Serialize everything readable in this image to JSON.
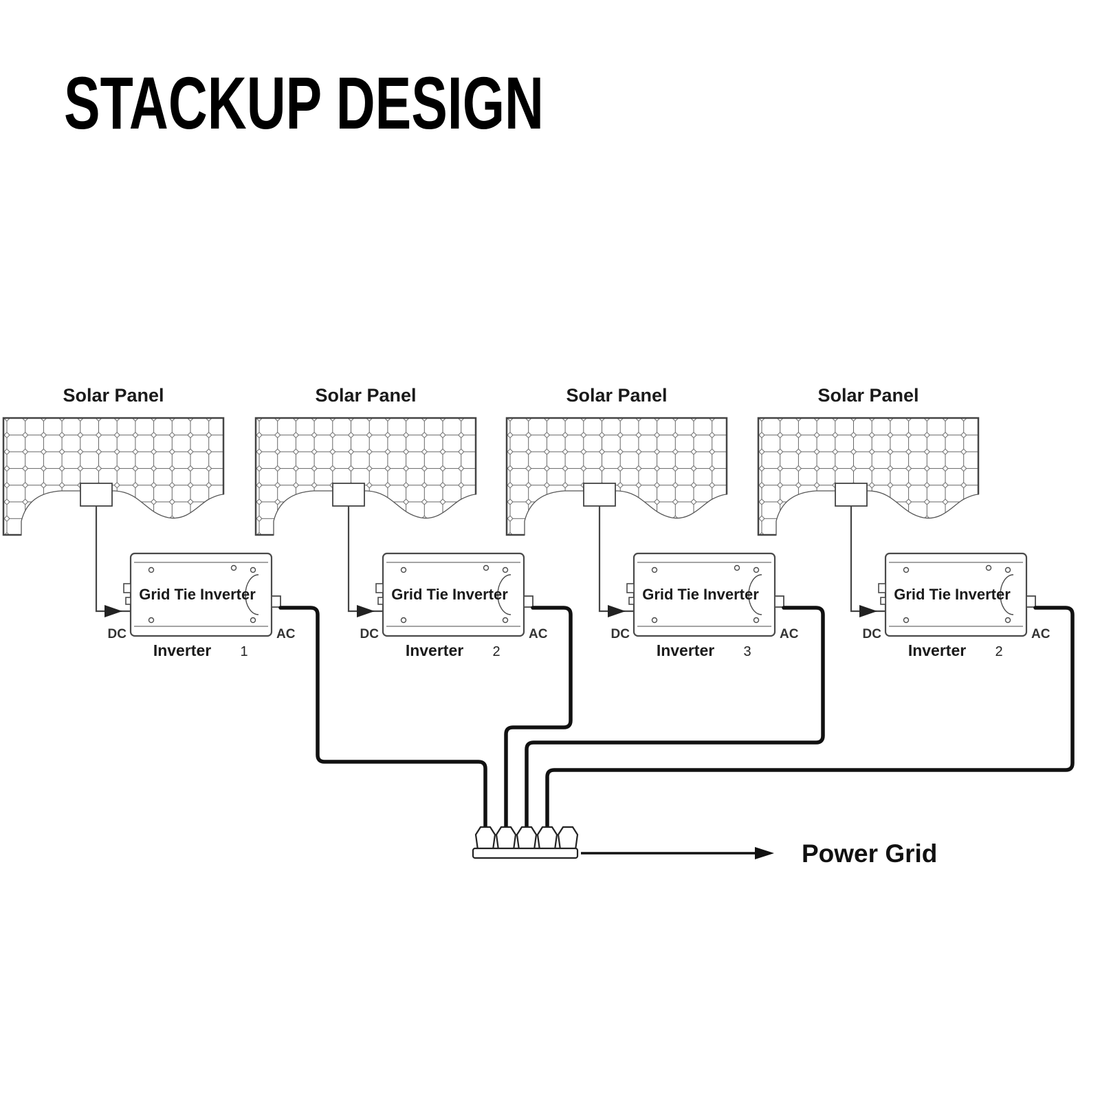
{
  "title": "STACKUP DESIGN",
  "panels": [
    {
      "label": "Solar Panel"
    },
    {
      "label": "Solar Panel"
    },
    {
      "label": "Solar Panel"
    },
    {
      "label": "Solar Panel"
    }
  ],
  "inverters": [
    {
      "device_label": "Grid Tie Inverter",
      "dc_label": "DC",
      "ac_label": "AC",
      "caption": "Inverter",
      "number": "1"
    },
    {
      "device_label": "Grid Tie Inverter",
      "dc_label": "DC",
      "ac_label": "AC",
      "caption": "Inverter",
      "number": "2"
    },
    {
      "device_label": "Grid Tie Inverter",
      "dc_label": "DC",
      "ac_label": "AC",
      "caption": "Inverter",
      "number": "3"
    },
    {
      "device_label": "Grid Tie Inverter",
      "dc_label": "DC",
      "ac_label": "AC",
      "caption": "Inverter",
      "number": "2"
    }
  ],
  "output": {
    "label": "Power Grid"
  },
  "colors": {
    "diagram_line": "#4a4a4a",
    "cable": "#111111",
    "text": "#000000",
    "background": "#ffffff"
  }
}
